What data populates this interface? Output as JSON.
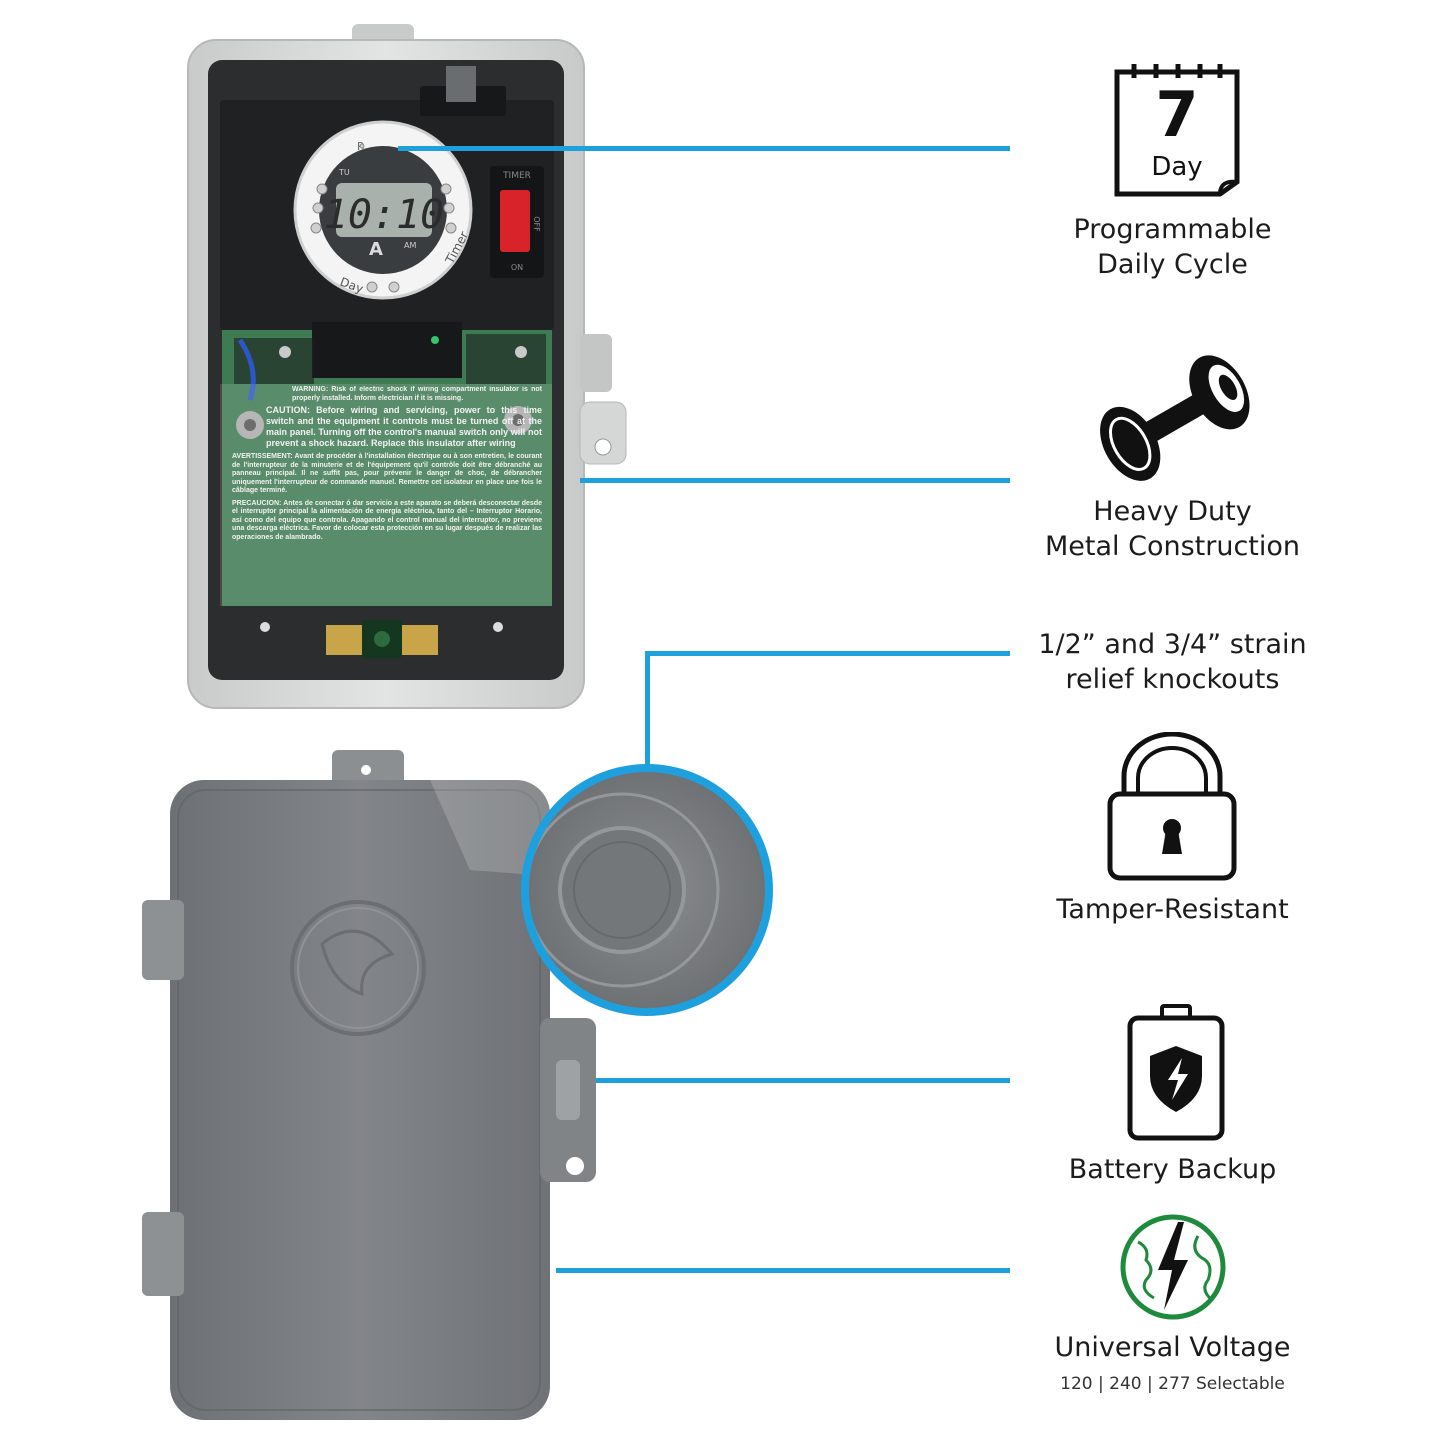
{
  "features": [
    {
      "id": "programmable",
      "label": "Programmable Daily Cycle",
      "line1": "Programmable",
      "line2": "Daily Cycle"
    },
    {
      "id": "heavy-duty",
      "label": "Heavy Duty Metal Construction",
      "line1": "Heavy Duty",
      "line2": "Metal Construction"
    },
    {
      "id": "knockouts",
      "label": "1/2” and 3/4” strain relief knockouts",
      "line1": "1/2” and 3/4” strain",
      "line2": "relief knockouts"
    },
    {
      "id": "tamper",
      "label": "Tamper-Resistant"
    },
    {
      "id": "battery",
      "label": "Battery Backup"
    },
    {
      "id": "voltage",
      "label": "Universal Voltage",
      "sub": "120 | 240 | 277 Selectable"
    }
  ],
  "calendar_icon": {
    "number": "7",
    "word": "Day"
  },
  "timer_display": {
    "time": "10:10",
    "mode": "A",
    "labels": {
      "r": "R",
      "day": "Day",
      "timer": "Timer",
      "tu": "TU",
      "am": "AM"
    }
  },
  "switch_labels": {
    "top": "TIMER",
    "off": "OFF",
    "on": "ON"
  },
  "warning_label": {
    "warning": "WARNING: Risk of electric shock if wiring compartment insulator is not properly installed. Inform electrician if it is missing.",
    "caution": "CAUTION: Before wiring and servicing, power to this time switch and the equipment it controls must be turned off at the main panel. Turning off the control's manual switch only will not prevent a shock hazard. Replace this insulator after wiring",
    "avertissement": "AVERTISSEMENT: Avant de procéder à l'installation électrique ou à son entretien, le courant de l'interrupteur de la minuterie et de l'équipement qu'il contrôle doit être débranché au panneau principal. Il ne suffit pas, pour prévenir le danger de choc, de débrancher uniquement l'interrupteur de commande manuel. Remettre cet isolateur en place une fois le câblage terminé.",
    "precaucion": "PRECAUCION: Antes de conectar ó dar servicio a este aparato se deberá desconectar desde el interruptor principal la alimentación de energía eléctrica, tanto del – Interruptor Horario, así como del equipo que controla. Apagando el control manual del interruptor, no previene una descarga eléctrica. Favor de colocar esta protección en su lugar después de realizar las operaciones de alambrado."
  },
  "colors": {
    "accent": "#1ea0df",
    "enclosure_gray": "#7d8084",
    "enclosure_light": "#d6d8d8",
    "interior_dark": "#2a2c2e",
    "pcb_green": "#3e7a52",
    "switch_red": "#d8232a",
    "voltage_green": "#1e8a3c"
  }
}
